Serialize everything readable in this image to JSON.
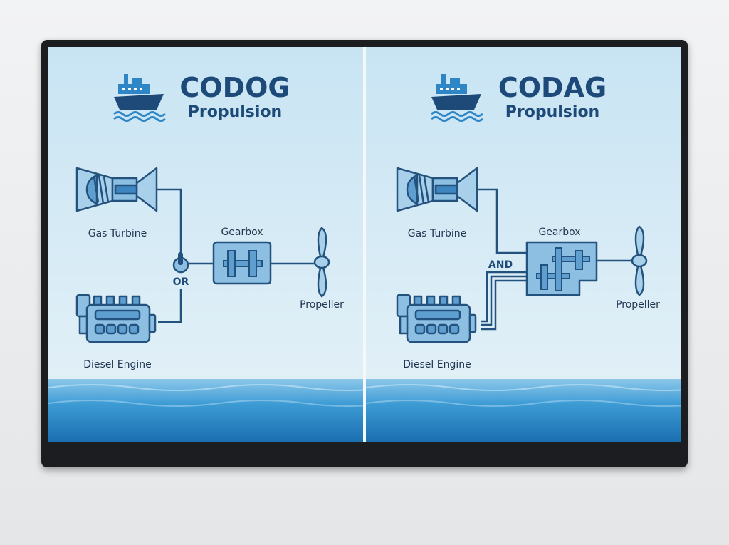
{
  "panels": [
    {
      "title": "CODOG",
      "subtitle": "Propulsion",
      "gas_turbine_label": "Gas Turbine",
      "diesel_engine_label": "Diesel Engine",
      "gearbox_label": "Gearbox",
      "propeller_label": "Propeller",
      "combiner_label": "OR",
      "icon": "ship-icon"
    },
    {
      "title": "CODAG",
      "subtitle": "Propulsion",
      "gas_turbine_label": "Gas Turbine",
      "diesel_engine_label": "Diesel Engine",
      "gearbox_label": "Gearbox",
      "propeller_label": "Propeller",
      "combiner_label": "AND",
      "icon": "ship-icon"
    }
  ],
  "colors": {
    "title": "#1d4a78",
    "line": "#24527e",
    "fill": "#7fb4dc",
    "background_top": "#cde7f4",
    "water": "#2a86c4"
  }
}
